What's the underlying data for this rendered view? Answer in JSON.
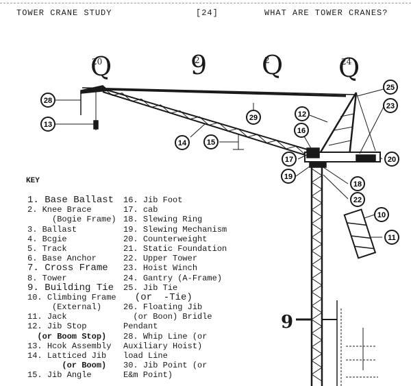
{
  "header": {
    "left": "TOWER CRANE STUDY",
    "page": "[24]",
    "right": "WHAT ARE TOWER CRANES?"
  },
  "key": {
    "title": "KEY",
    "left_column": [
      {
        "num": "1.",
        "text": "Base Ballast",
        "style": "big"
      },
      {
        "num": "2.",
        "text": "Knee Brace",
        "style": ""
      },
      {
        "num": "",
        "text": "     (Bogie Frame)",
        "style": ""
      },
      {
        "num": "3.",
        "text": "Ballast",
        "style": ""
      },
      {
        "num": "4.",
        "text": "Bcgie",
        "style": ""
      },
      {
        "num": "5.",
        "text": "Track",
        "style": ""
      },
      {
        "num": "6.",
        "text": "Base Anchor",
        "style": ""
      },
      {
        "num": "7.",
        "text": "Cross Frame",
        "style": "big"
      },
      {
        "num": "8.",
        "text": "Tower",
        "style": ""
      },
      {
        "num": "9.",
        "text": "Building Tie",
        "style": "big"
      },
      {
        "num": "10.",
        "text": "Climbing Frame",
        "style": ""
      },
      {
        "num": "",
        "text": "     (External)",
        "style": ""
      },
      {
        "num": "11.",
        "text": "Jack",
        "style": ""
      },
      {
        "num": "12.",
        "text": "Jib Stop",
        "style": ""
      },
      {
        "num": "",
        "text": "  (or Boom Stop)",
        "style": "bold"
      },
      {
        "num": "13.",
        "text": "Hcok Assembly",
        "style": ""
      },
      {
        "num": "14.",
        "text": "Latticed Jib",
        "style": ""
      },
      {
        "num": "",
        "text": "       (or Boom)",
        "style": "bold"
      },
      {
        "num": "15.",
        "text": "Jib Angle",
        "style": ""
      }
    ],
    "right_column": [
      {
        "num": "16.",
        "text": "Jib Foot",
        "style": ""
      },
      {
        "num": "17.",
        "text": "cab",
        "style": ""
      },
      {
        "num": "18.",
        "text": "Slewing Ring",
        "style": ""
      },
      {
        "num": "19.",
        "text": "Slewing Mechanism",
        "style": ""
      },
      {
        "num": "20.",
        "text": "Counterweight",
        "style": ""
      },
      {
        "num": "21.",
        "text": "Static Foundation",
        "style": ""
      },
      {
        "num": "22.",
        "text": "Upper Tower",
        "style": ""
      },
      {
        "num": "23.",
        "text": "Hoist Winch",
        "style": ""
      },
      {
        "num": "24.",
        "text": "Gantry (A-Frame)",
        "style": ""
      },
      {
        "num": "25.",
        "text": "Jib Tie",
        "style": ""
      },
      {
        "num": "",
        "text": "  (or  -Tie)",
        "style": "big"
      },
      {
        "num": "26.",
        "text": "Floating Jib",
        "style": ""
      },
      {
        "num": "",
        "text": "  (or Boon) Bridle",
        "style": ""
      },
      {
        "num": "",
        "text": "Pendant",
        "style": ""
      },
      {
        "num": "28.",
        "text": "Whip Line (or",
        "style": ""
      },
      {
        "num": "",
        "text": "Auxiliary Hoist)",
        "style": ""
      },
      {
        "num": "",
        "text": "load Line",
        "style": ""
      },
      {
        "num": "30.",
        "text": "Jib Point (or",
        "style": ""
      },
      {
        "num": "",
        "text": "E&m Point)",
        "style": ""
      }
    ]
  },
  "diagram": {
    "callouts": [
      "28",
      "13",
      "14",
      "15",
      "29",
      "12",
      "16",
      "25",
      "23",
      "17",
      "20",
      "19",
      "18",
      "22",
      "10",
      "11"
    ],
    "overlay_marks": [
      "Q",
      "9",
      "Q",
      "Q",
      "9"
    ],
    "overlay_small": [
      "20",
      "2",
      "2",
      "24"
    ]
  }
}
